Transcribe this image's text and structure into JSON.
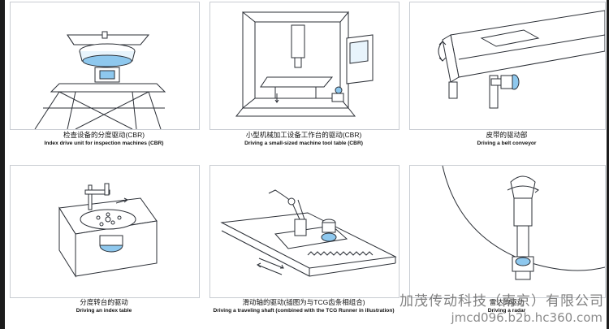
{
  "panels": [
    {
      "zh": "检查设备的分度驱动(CBR)",
      "en": "Index drive unit for inspection machines (CBR)",
      "icon": "inspection-machine-illustration"
    },
    {
      "zh": "小型机械加工设备工作台的驱动(CBR)",
      "en": "Driving a small-sized machine tool table (CBR)",
      "icon": "machine-tool-illustration"
    },
    {
      "zh": "皮带的驱动部",
      "en": "Driving a belt conveyor",
      "icon": "belt-conveyor-illustration"
    },
    {
      "zh": "分度转台的驱动",
      "en": "Driving an index table",
      "icon": "index-table-illustration"
    },
    {
      "zh": "滑动轴的驱动(插图为与TCG齿条相组合)",
      "en": "Driving a traveling shaft (combined with the TCG Runner in illustration)",
      "icon": "traveling-shaft-illustration"
    },
    {
      "zh": "雷达的驱动",
      "en": "Driving a radar",
      "icon": "radar-illustration"
    }
  ],
  "watermark": {
    "company": "加茂传动科技（南京）有限公司",
    "url": "jmcd096.b2b.hc360.com"
  },
  "colors": {
    "line": "#2b2f36",
    "accent": "#8ec8ee",
    "panel_border": "#c8ccd2"
  }
}
